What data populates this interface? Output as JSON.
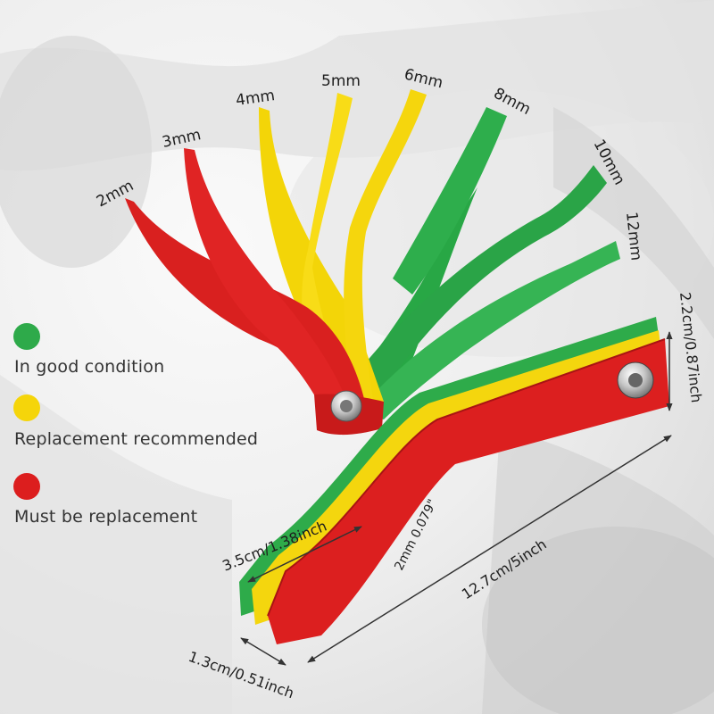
{
  "gauge_labels": {
    "g2": "2mm",
    "g3": "3mm",
    "g4": "4mm",
    "g5": "5mm",
    "g6": "6mm",
    "g8": "8mm",
    "g10": "10mm",
    "g12": "12mm"
  },
  "dimensions": {
    "height": "2.2cm/0.87inch",
    "width": "3.5cm/1.38inch",
    "length": "12.7cm/5inch",
    "thickness": "1.3cm/0.51inch"
  },
  "engraving": "2mm 0.079\"",
  "legend": {
    "good": {
      "label": "In good condition",
      "color": "#2eaa4a"
    },
    "recommended": {
      "label": "Replacement recommended",
      "color": "#f5d50a"
    },
    "must": {
      "label": "Must be replacement",
      "color": "#dc1e1e"
    }
  }
}
